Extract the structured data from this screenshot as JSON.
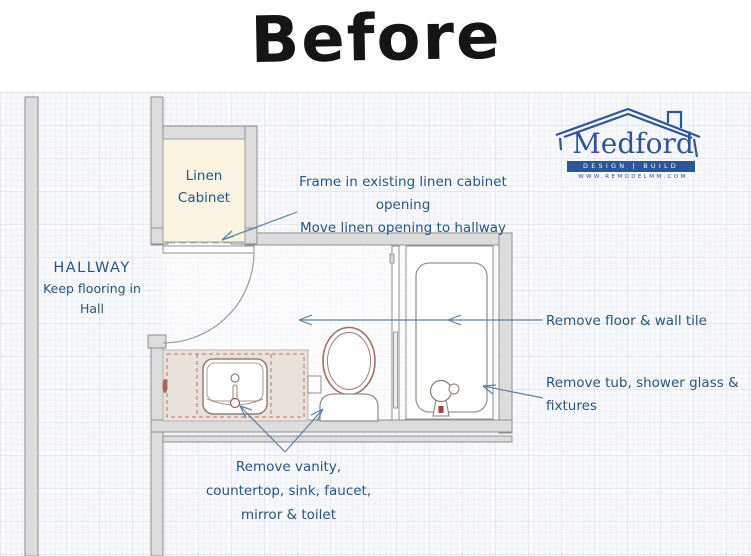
{
  "title": "Before",
  "logo": {
    "name": "Medford",
    "bar": "DESIGN | BUILD",
    "url": "WWW.REMODELMM.COM",
    "brand_color": "#2e5598"
  },
  "labels": {
    "linen": [
      "Linen",
      "Cabinet"
    ],
    "hallway": "HALLWAY",
    "hallway_note": [
      "Keep flooring in",
      "Hall"
    ]
  },
  "annotations": {
    "linen_opening": [
      "Frame in existing linen cabinet opening",
      "Move linen opening to hallway"
    ],
    "tile": "Remove floor & wall tile",
    "tub": [
      "Remove tub, shower glass &",
      "fixtures"
    ],
    "vanity": [
      "Remove vanity,",
      "countertop, sink, faucet,",
      "mirror & toilet"
    ]
  },
  "colors": {
    "annotation_text": "#27567f",
    "wall_fill": "#dcdcdc",
    "linen_room_fill": "#f8f4e1",
    "vanity_counter_fill": "#e9e1dc",
    "vanity_dash": "#b5776b",
    "leader_line": "#5f7fa0"
  }
}
